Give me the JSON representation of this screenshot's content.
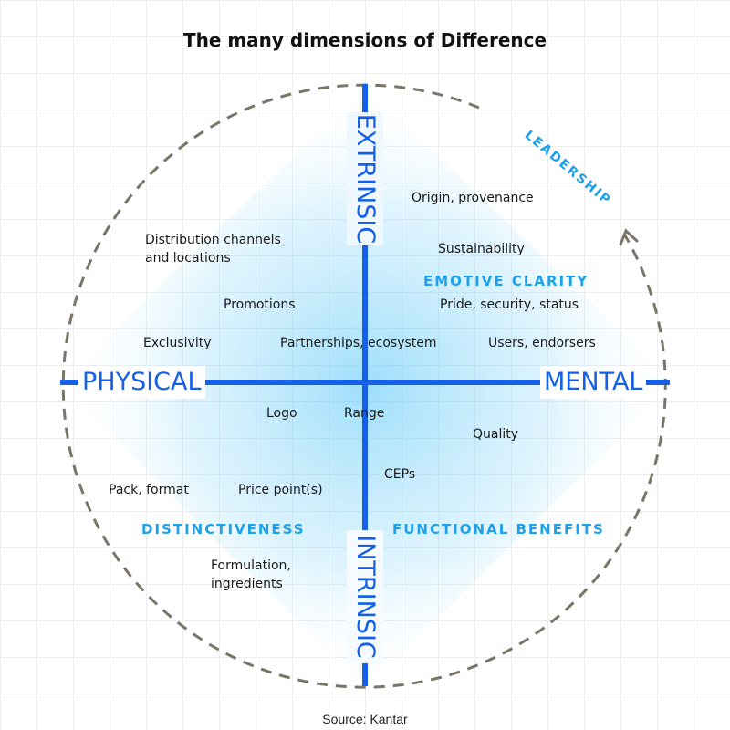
{
  "title": "The many dimensions of Difference",
  "source": "Source: Kantar",
  "axes": {
    "top": "EXTRINSIC",
    "bottom": "INTRINSIC",
    "left": "PHYSICAL",
    "right": "MENTAL"
  },
  "arc_label": "LEADERSHIP",
  "quadrants": {
    "top_right": "EMOTIVE CLARITY",
    "bottom_left": "DISTINCTIVENESS",
    "bottom_right": "FUNCTIONAL BENEFITS"
  },
  "items": {
    "origin": "Origin, provenance",
    "distribution_1": "Distribution channels",
    "distribution_2": "and locations",
    "sustainability": "Sustainability",
    "promotions": "Promotions",
    "pride": "Pride, security, status",
    "exclusivity": "Exclusivity",
    "partnerships": "Partnerships, ecosystem",
    "users": "Users, endorsers",
    "logo": "Logo",
    "range": "Range",
    "quality": "Quality",
    "ceps": "CEPs",
    "pack": "Pack, format",
    "price": "Price point(s)",
    "formulation_1": "Formulation,",
    "formulation_2": "ingredients"
  },
  "colors": {
    "axis": "#1560e6",
    "quadrant_label": "#1ea1ea",
    "glow": "#4fc3f7",
    "dashed_circle": "#7a7568"
  }
}
